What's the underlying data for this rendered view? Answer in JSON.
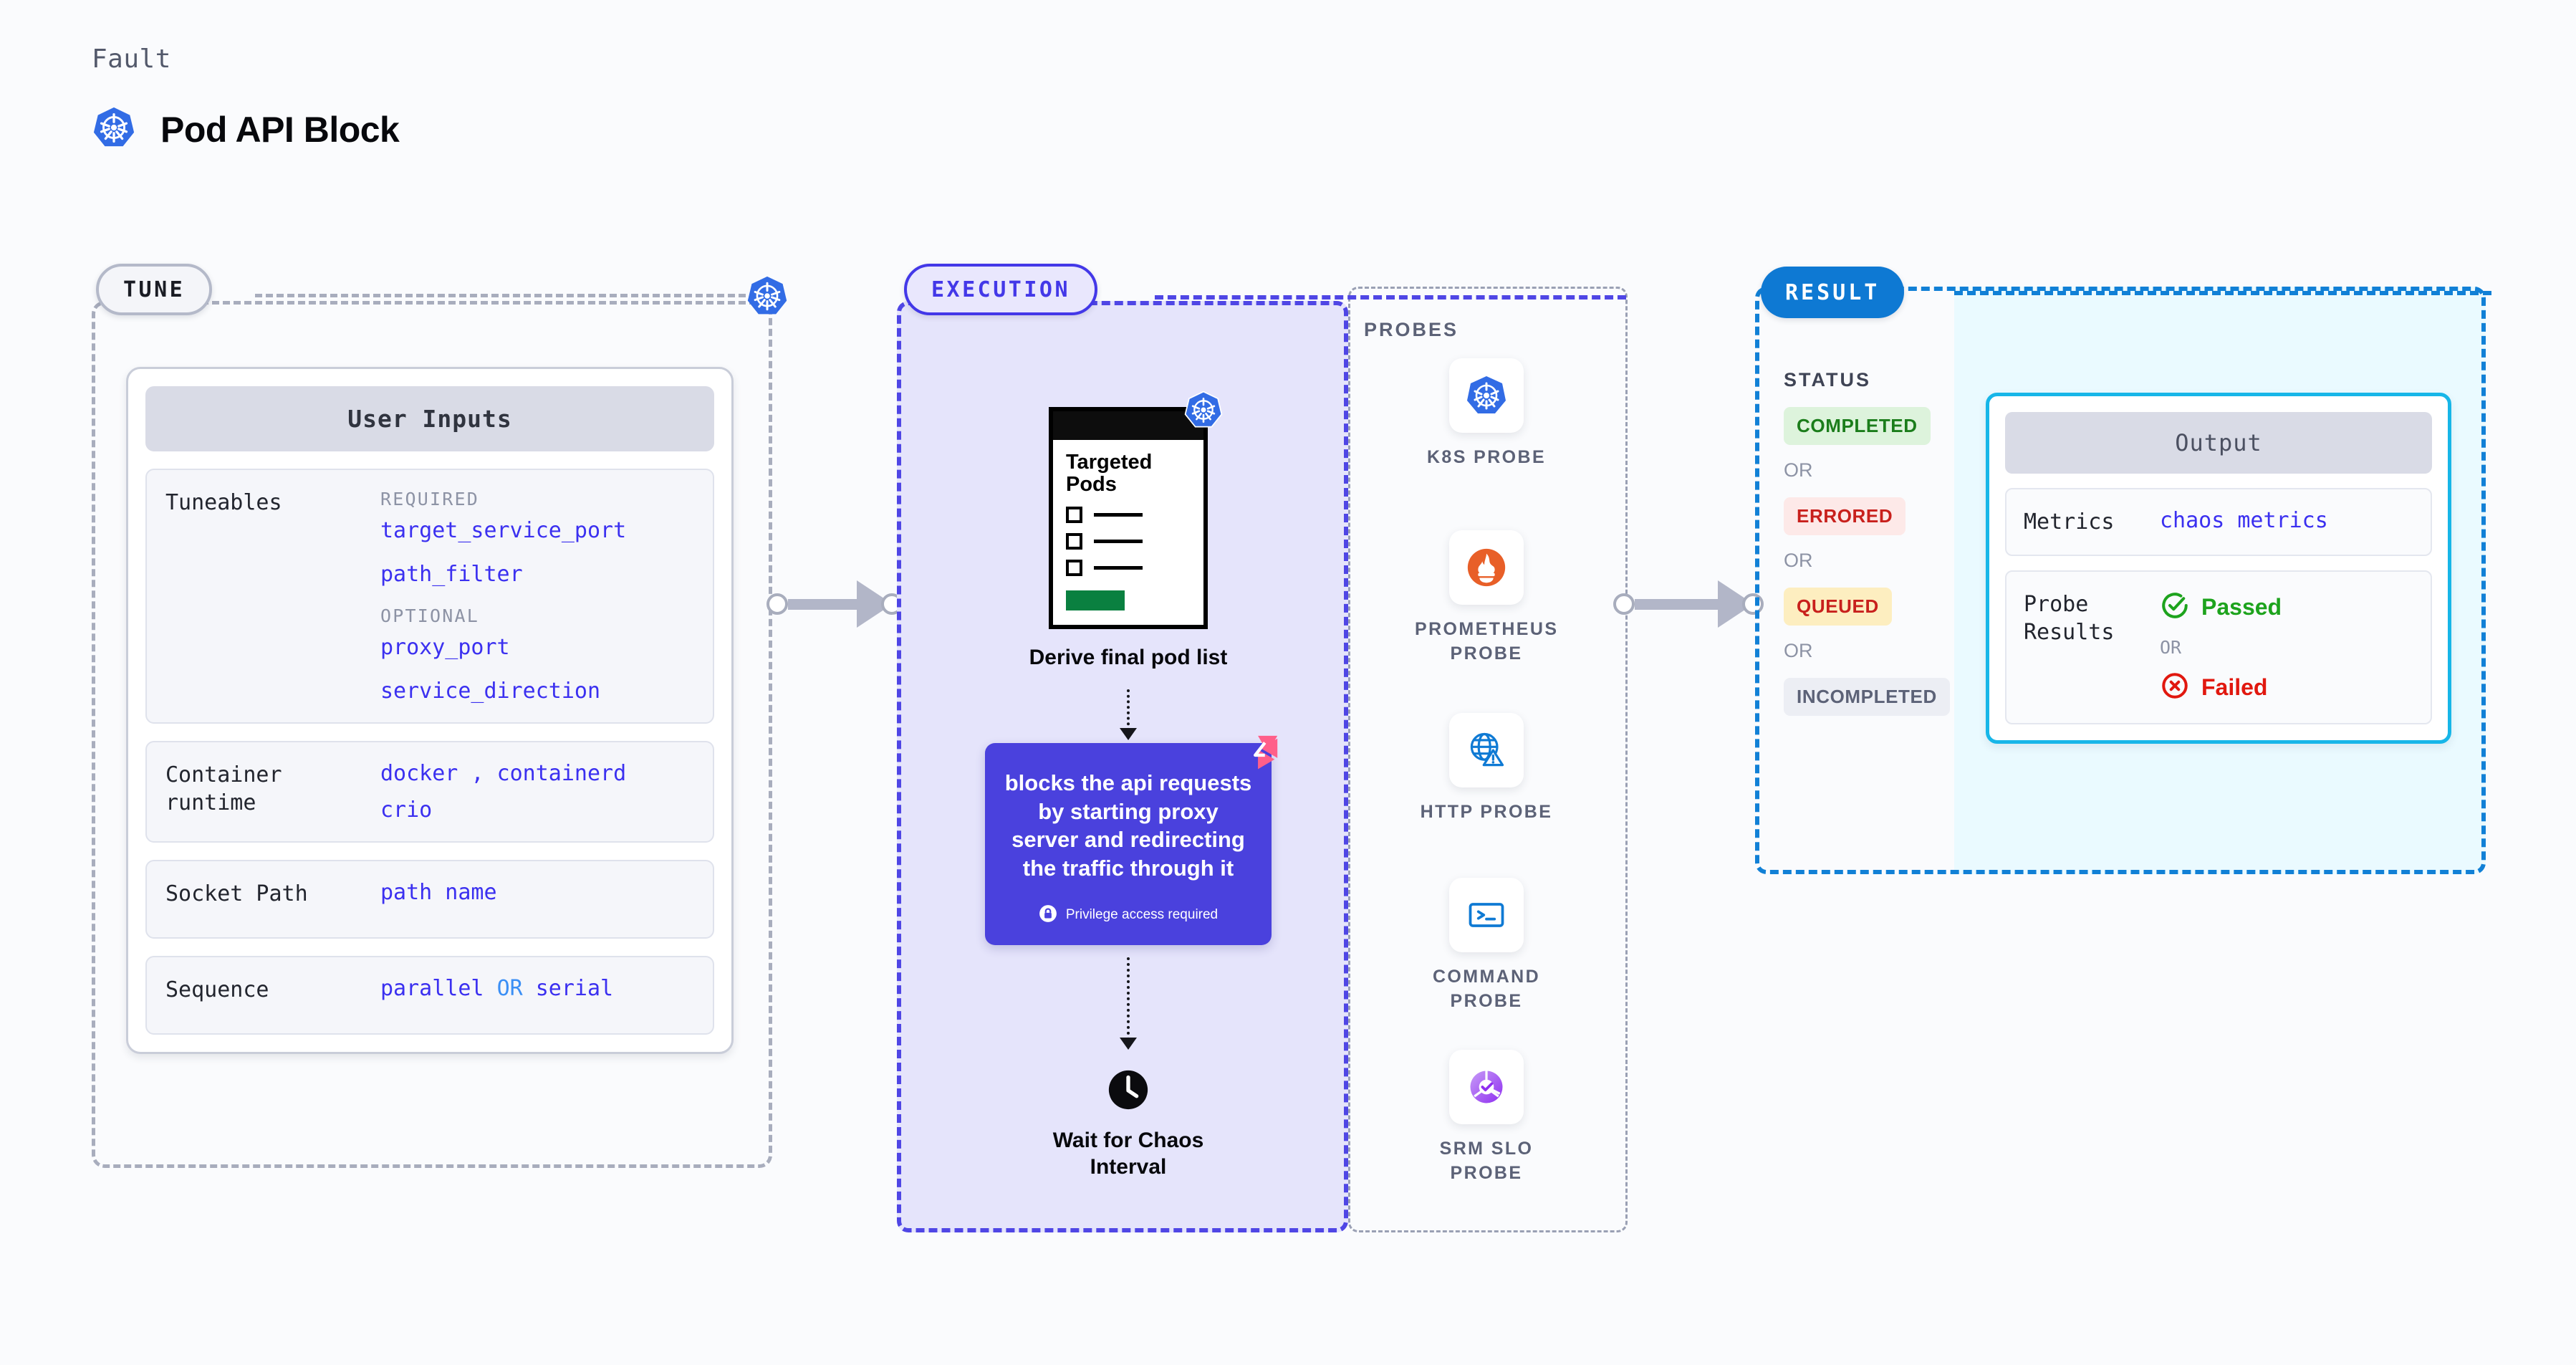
{
  "header": {
    "eyebrow": "Fault",
    "title": "Pod API Block",
    "icon": "kubernetes-icon"
  },
  "tune": {
    "chip_label": "TUNE",
    "corner_icon": "kubernetes-icon",
    "card": {
      "title": "User Inputs",
      "rows": [
        {
          "label": "Tuneables",
          "groups": [
            {
              "heading": "REQUIRED",
              "items": [
                "target_service_port",
                "path_filter"
              ]
            },
            {
              "heading": "OPTIONAL",
              "items": [
                "proxy_port",
                "service_direction"
              ]
            }
          ]
        },
        {
          "label": "Container runtime",
          "values_line1": "docker",
          "values_sep": ",",
          "values_line1b": "containerd",
          "values_line2": "crio"
        },
        {
          "label": "Socket Path",
          "value": "path name"
        },
        {
          "label": "Sequence",
          "value_a": "parallel",
          "operator": "OR",
          "value_b": "serial"
        }
      ]
    }
  },
  "execution": {
    "chip_label": "EXECUTION",
    "nodes": [
      {
        "caption": "Derive final pod list",
        "card_title_line1": "Targeted",
        "card_title_line2": "Pods",
        "badge_icon": "kubernetes-icon"
      },
      {
        "text": "blocks the api requests by starting proxy server and redirecting the traffic through it",
        "privilege_note": "Privilege access required",
        "privilege_icon": "lock-icon",
        "corner_icon": "harness-logo-icon"
      },
      {
        "caption": "Wait for Chaos Interval",
        "icon": "clock-icon"
      }
    ]
  },
  "probes": {
    "title": "PROBES",
    "items": [
      {
        "label": "K8S PROBE",
        "icon": "kubernetes-icon"
      },
      {
        "label": "PROMETHEUS PROBE",
        "icon": "prometheus-icon"
      },
      {
        "label": "HTTP PROBE",
        "icon": "globe-warning-icon"
      },
      {
        "label": "COMMAND PROBE",
        "icon": "terminal-icon"
      },
      {
        "label": "SRM SLO PROBE",
        "icon": "slo-donut-check-icon"
      }
    ]
  },
  "result": {
    "chip_label": "RESULT",
    "status": {
      "title": "STATUS",
      "or_label": "OR",
      "badges": [
        {
          "label": "COMPLETED",
          "bg": "#ddf3dc",
          "fg": "#1b7d1b"
        },
        {
          "label": "ERRORED",
          "bg": "#fde9e8",
          "fg": "#c8201c"
        },
        {
          "label": "QUEUED",
          "bg": "#fdeec0",
          "fg": "#c8201c"
        },
        {
          "label": "INCOMPLETED",
          "bg": "#eceef4",
          "fg": "#5c6277"
        }
      ]
    },
    "output": {
      "title": "Output",
      "metrics_label": "Metrics",
      "metrics_value": "chaos metrics",
      "probe_results_label": "Probe Results",
      "passed_label": "Passed",
      "passed_icon": "check-circle-icon",
      "or_label": "OR",
      "failed_label": "Failed",
      "failed_icon": "x-circle-icon"
    }
  },
  "colors": {
    "tune_border": "#a8adbd",
    "execution_border": "#4f46e5",
    "execution_fill": "#e5e4fb",
    "result_border": "#1180d6",
    "result_fill": "#eafaff",
    "accent_blue": "#3b30f0",
    "action_card": "#4a41dd"
  }
}
